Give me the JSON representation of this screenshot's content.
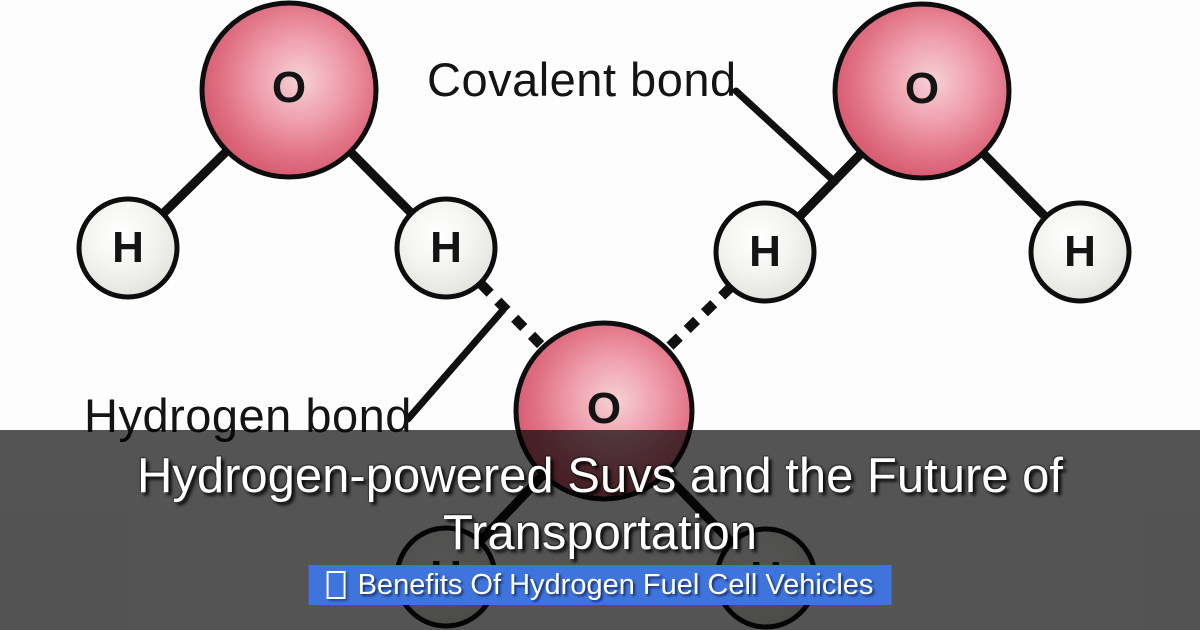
{
  "diagram": {
    "covalent_bond_label": "Covalent bond",
    "hydrogen_bond_label": "Hydrogen bond",
    "oxygen_symbol": "O",
    "hydrogen_symbol": "H"
  },
  "banner": {
    "title": "Hydrogen-powered Suvs and the Future of Transportation",
    "badge_label": "Benefits Of Hydrogen Fuel Cell Vehicles"
  },
  "colors": {
    "badge": "#3e74db",
    "oxygen": "#e07184",
    "hydrogen_shell": "#f1f1ee",
    "diagram_ink": "#141414",
    "title_text": "#ffffff"
  }
}
